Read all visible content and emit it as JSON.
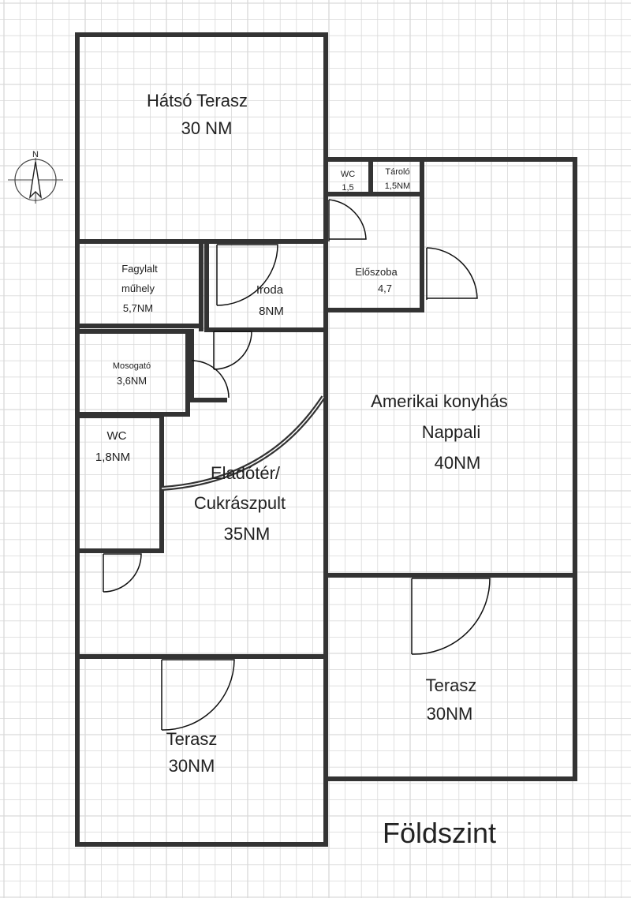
{
  "title": "Földszint",
  "compass": {
    "label": "N"
  },
  "rooms": {
    "hatso_terasz": {
      "name": "Hátsó Terasz",
      "area": "30 NM"
    },
    "wc_small": {
      "name": "WC",
      "area": "1,5"
    },
    "tarolo": {
      "name": "Tároló",
      "area": "1,5NM"
    },
    "fagylalt": {
      "name_line1": "Fagylalt",
      "name_line2": "műhely",
      "area": "5,7NM"
    },
    "iroda": {
      "name": "Iroda",
      "area": "8NM"
    },
    "eloszoba": {
      "name": "Előszoba",
      "area": "4,7"
    },
    "mosogato": {
      "name": "Mosogató",
      "area": "3,6NM"
    },
    "wc": {
      "name": "WC",
      "area": "1,8NM"
    },
    "nappali": {
      "name_line1": "Amerikai konyhás",
      "name_line2": "Nappali",
      "area": "40NM"
    },
    "eladoter": {
      "name_line1": "Eladótér/",
      "name_line2": "Cukrászpult",
      "area": "35NM"
    },
    "terasz_right": {
      "name": "Terasz",
      "area": "30NM"
    },
    "terasz_left": {
      "name": "Terasz",
      "area": "30NM"
    }
  },
  "colors": {
    "wall": "#333333",
    "grid": "#d9d9d9",
    "background": "#ffffff"
  }
}
